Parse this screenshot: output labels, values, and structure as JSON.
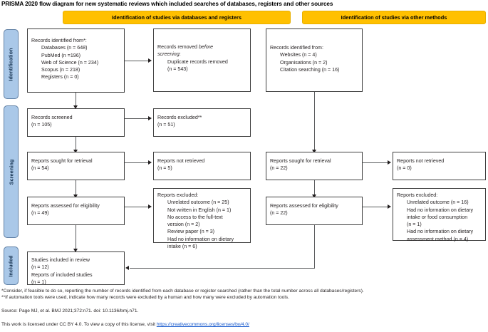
{
  "title": "PRISMA 2020 flow diagram for new systematic reviews which included searches of databases, registers and other sources",
  "colors": {
    "banner_bg": "#ffc000",
    "stage_label_bg": "#aac8e8",
    "box_border": "#404040",
    "link": "#1155cc"
  },
  "banners": [
    {
      "label": "Identification of studies via databases and registers"
    },
    {
      "label": "Identification of studies via other methods"
    }
  ],
  "stage_labels": [
    {
      "label": "Identification"
    },
    {
      "label": "Screening"
    },
    {
      "label": "Included"
    }
  ],
  "boxes": {
    "records_identified": {
      "head": "Records identified from*:",
      "items": [
        "Databases (n = 648)",
        "PubMed (n =196)",
        "Web of Science (n = 234)",
        "Scopus (n = 218)",
        "Registers (n = 0)"
      ]
    },
    "records_removed": {
      "head_a": "Records removed ",
      "head_b": "before",
      "head_c": "screening",
      "head_d": ":",
      "items": [
        "Duplicate records removed",
        "(n = 543)"
      ]
    },
    "records_screened": {
      "line1": "Records screened",
      "line2": "(n = 105)"
    },
    "records_excluded": {
      "line1": "Records excluded**",
      "line2": "(n = 51)"
    },
    "reports_sought_db": {
      "line1": "Reports sought for retrieval",
      "line2": "(n = 54)"
    },
    "reports_not_retrieved_db": {
      "line1": "Reports not retrieved",
      "line2": "(n = 5)"
    },
    "reports_assessed_db": {
      "line1": "Reports assessed for eligibility",
      "line2": "(n = 49)"
    },
    "reports_excluded_db": {
      "head": "Reports excluded:",
      "items": [
        "Unrelated outcome (n = 25)",
        "Not written in English (n = 1)",
        "No access to the full-text",
        "version (n = 2)",
        "Review paper (n = 3)",
        "Had no information on dietary",
        "intake (n = 6)"
      ]
    },
    "records_identified_other": {
      "head": "Records identified from:",
      "items": [
        "Websites (n = 4)",
        "Organisations (n = 2)",
        "Citation searching (n = 16)"
      ]
    },
    "reports_sought_other": {
      "line1": "Reports sought for retrieval",
      "line2": "(n = 22)"
    },
    "reports_not_retrieved_other": {
      "line1": "Reports not retrieved",
      "line2": "(n = 0)"
    },
    "reports_assessed_other": {
      "line1": "Reports assessed for eligibility",
      "line2": "(n = 22)"
    },
    "reports_excluded_other": {
      "head": "Reports excluded:",
      "items": [
        "Unrelated outcome (n = 16)",
        "Had no information on dietary",
        "intake or food consumption",
        "(n = 1)",
        "Had no information on dietary",
        "assessment method (n = 4)"
      ]
    },
    "studies_included": {
      "line1": "Studies included in review",
      "line2": "(n = 12)",
      "line3": "Reports of included studies",
      "line4": "(n = 1)"
    }
  },
  "footer": {
    "note1": "*Consider, if feasible to do so, reporting the number of records identified from each database or register searched (rather than the total number across all databases/registers).",
    "note2": "**If automation tools were used, indicate how many records were excluded by a human and how many were excluded by automation tools.",
    "source": "Source: Page MJ, et al. BMJ 2021;372:n71. doi: 10.1136/bmj.n71.",
    "license_pre": "This work is licensed under CC BY 4.0. To view a copy of this license, visit ",
    "license_link": "https://creativecommons.org/licenses/by/4.0/"
  }
}
